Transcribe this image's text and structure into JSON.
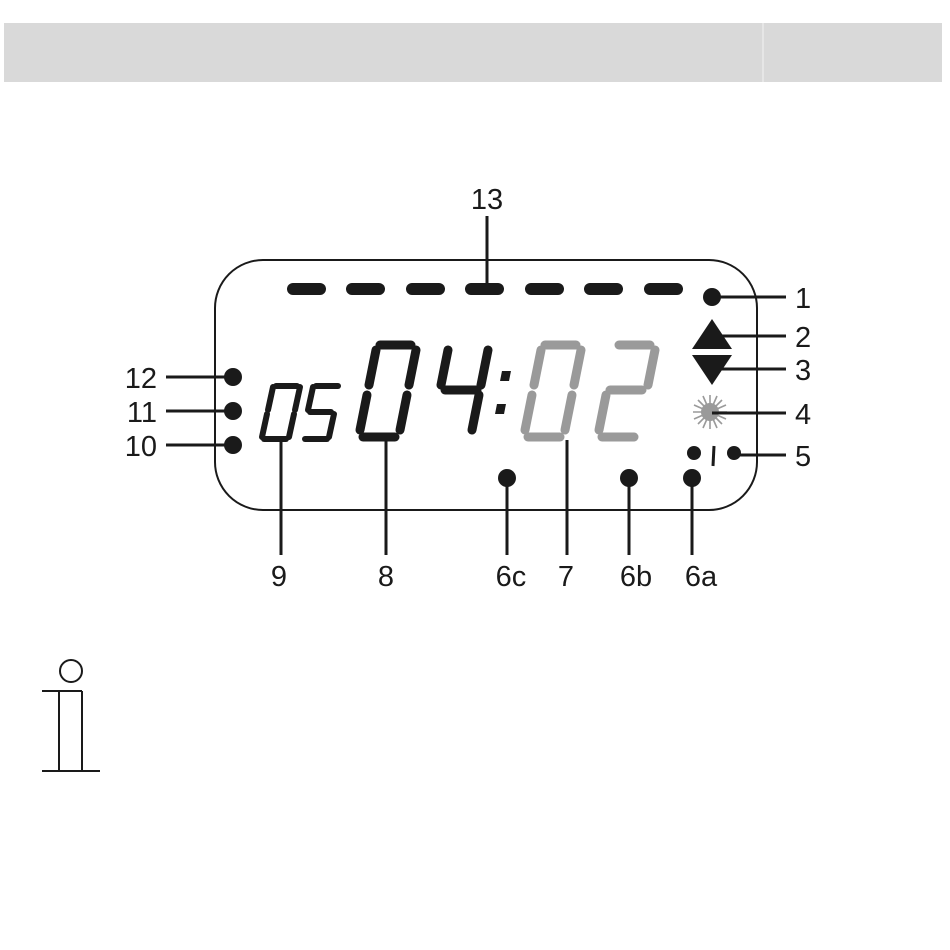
{
  "diagram": {
    "callouts": {
      "c1": "1",
      "c2": "2",
      "c3": "3",
      "c4": "4",
      "c5": "5",
      "c6a": "6a",
      "c6b": "6b",
      "c6c": "6c",
      "c7": "7",
      "c8": "8",
      "c9": "9",
      "c10": "10",
      "c11": "11",
      "c12": "12",
      "c13": "13"
    },
    "display": {
      "small_digits": "05",
      "hours": "04",
      "minutes": "02"
    }
  },
  "colors": {
    "ink": "#1a1a1a",
    "inactive_segment": "#9a9a9a",
    "header_bar": "#d9d9d9"
  },
  "icons": [
    "up-triangle-icon",
    "down-triangle-icon",
    "sun-icon",
    "info-icon"
  ]
}
